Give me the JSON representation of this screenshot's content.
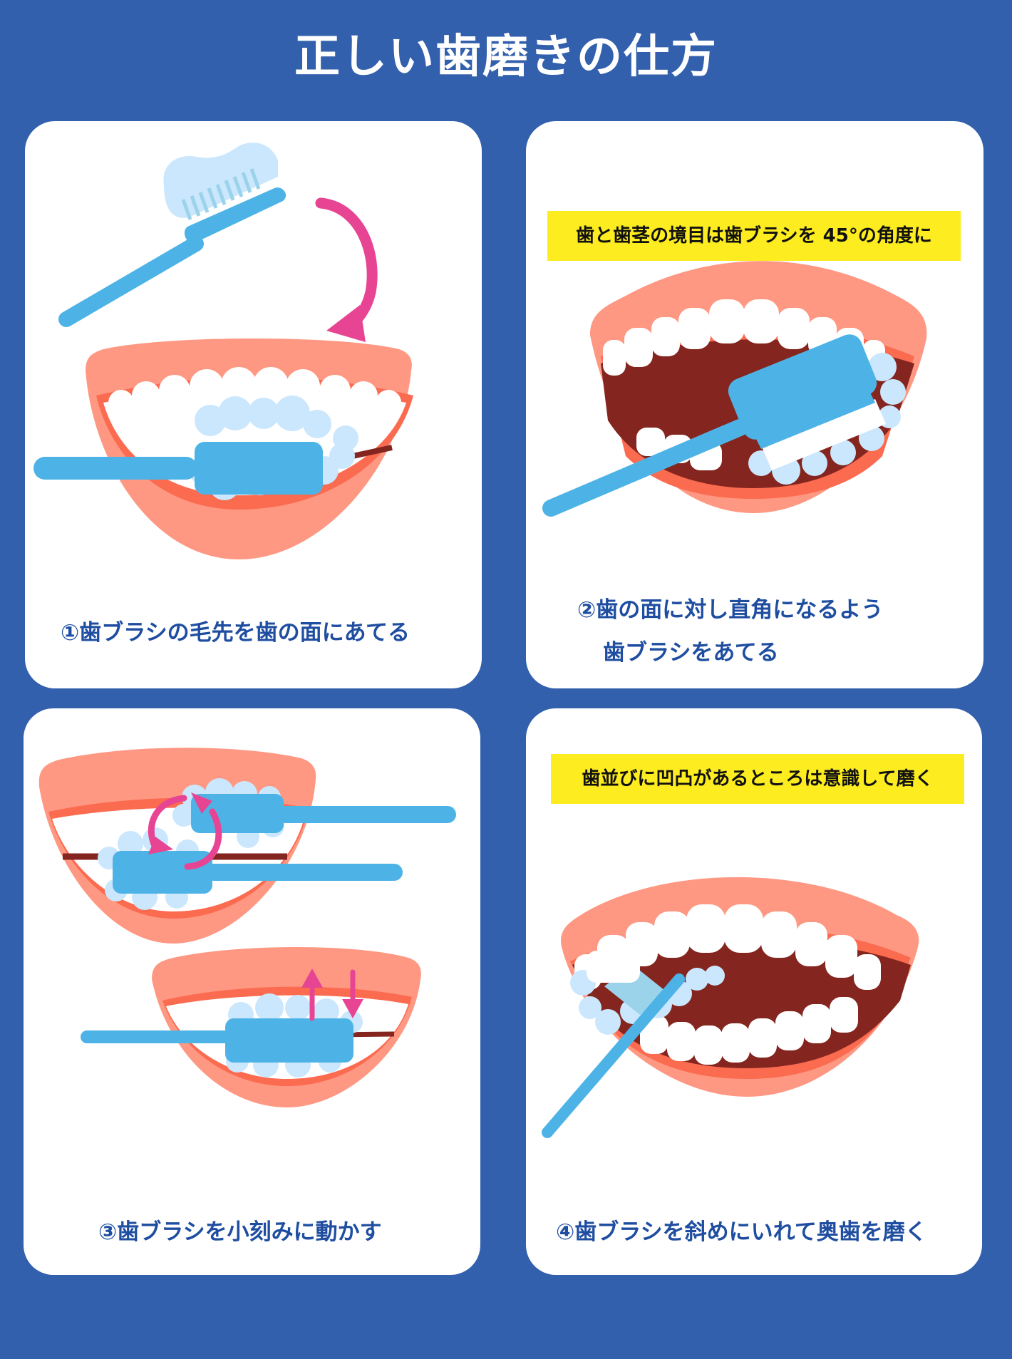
{
  "title": "正しい歯磨きの仕方",
  "colors": {
    "background": "#3260ad",
    "panel": "#ffffff",
    "caption_text": "#1f4ea1",
    "note_background": "#fdec1f",
    "lips": "#fe9882",
    "gums": "#fb6b50",
    "mouth_inside": "#84261f",
    "toothbrush": "#4db3e6",
    "foam": "#cbe7fd",
    "arrow": "#e74593"
  },
  "panels": [
    {
      "step": 1,
      "caption_lines": [
        "①歯ブラシの毛先を歯の面にあてる"
      ],
      "illustration": "toothbrush-with-paste-and-curved-arrow-then-brushing-front-teeth"
    },
    {
      "step": 2,
      "note": "歯と歯茎の境目は歯ブラシを 45°の角度に",
      "caption_lines": [
        "②歯の面に対し直角になるよう",
        "歯ブラシをあてる"
      ],
      "illustration": "toothbrush-angled-45-degrees-on-open-mouth"
    },
    {
      "step": 3,
      "caption_lines": [
        "③歯ブラシを小刻みに動かす"
      ],
      "illustration": "two-mouths-with-circular-and-up-down-arrows"
    },
    {
      "step": 4,
      "note": "歯並びに凹凸があるところは意識して磨く",
      "caption_lines": [
        "④歯ブラシを斜めにいれて奥歯を磨く"
      ],
      "illustration": "toothbrush-inserted-diagonally-to-back-teeth"
    }
  ]
}
